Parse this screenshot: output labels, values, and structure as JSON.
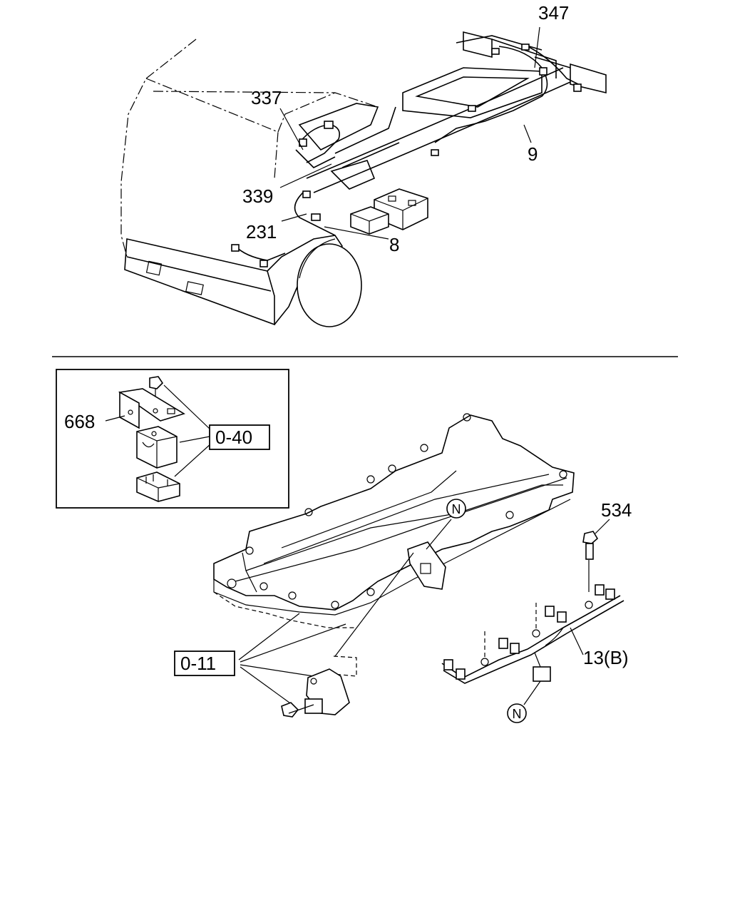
{
  "callouts": {
    "c347": "347",
    "c337": "337",
    "c9": "9",
    "c339": "339",
    "c231": "231",
    "c8": "8",
    "c668": "668",
    "c534": "534",
    "c13b": "13(B)"
  },
  "ref_boxes": {
    "r040": "0-40",
    "r011": "0-11"
  },
  "markers": {
    "n_top": "N",
    "n_bottom": "N"
  }
}
